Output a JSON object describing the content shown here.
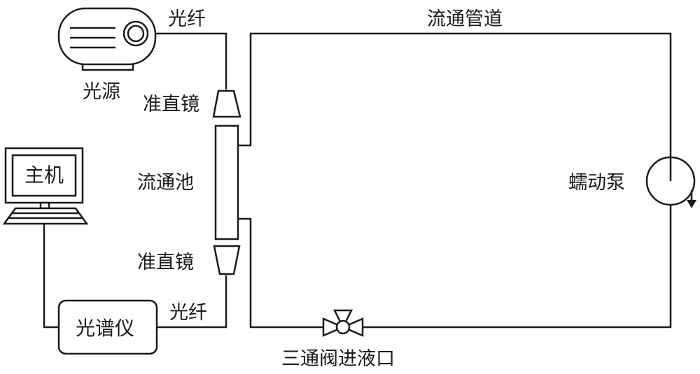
{
  "labels": {
    "light_source": "光源",
    "fiber_top": "光纤",
    "collimator_top": "准直镜",
    "flow_cell": "流通池",
    "collimator_bottom": "准直镜",
    "fiber_bottom": "光纤",
    "pipeline": "流通管道",
    "pump": "蠕动泵",
    "valve": "三通阀进液口",
    "host": "主机",
    "spectrometer": "光谱仪"
  }
}
